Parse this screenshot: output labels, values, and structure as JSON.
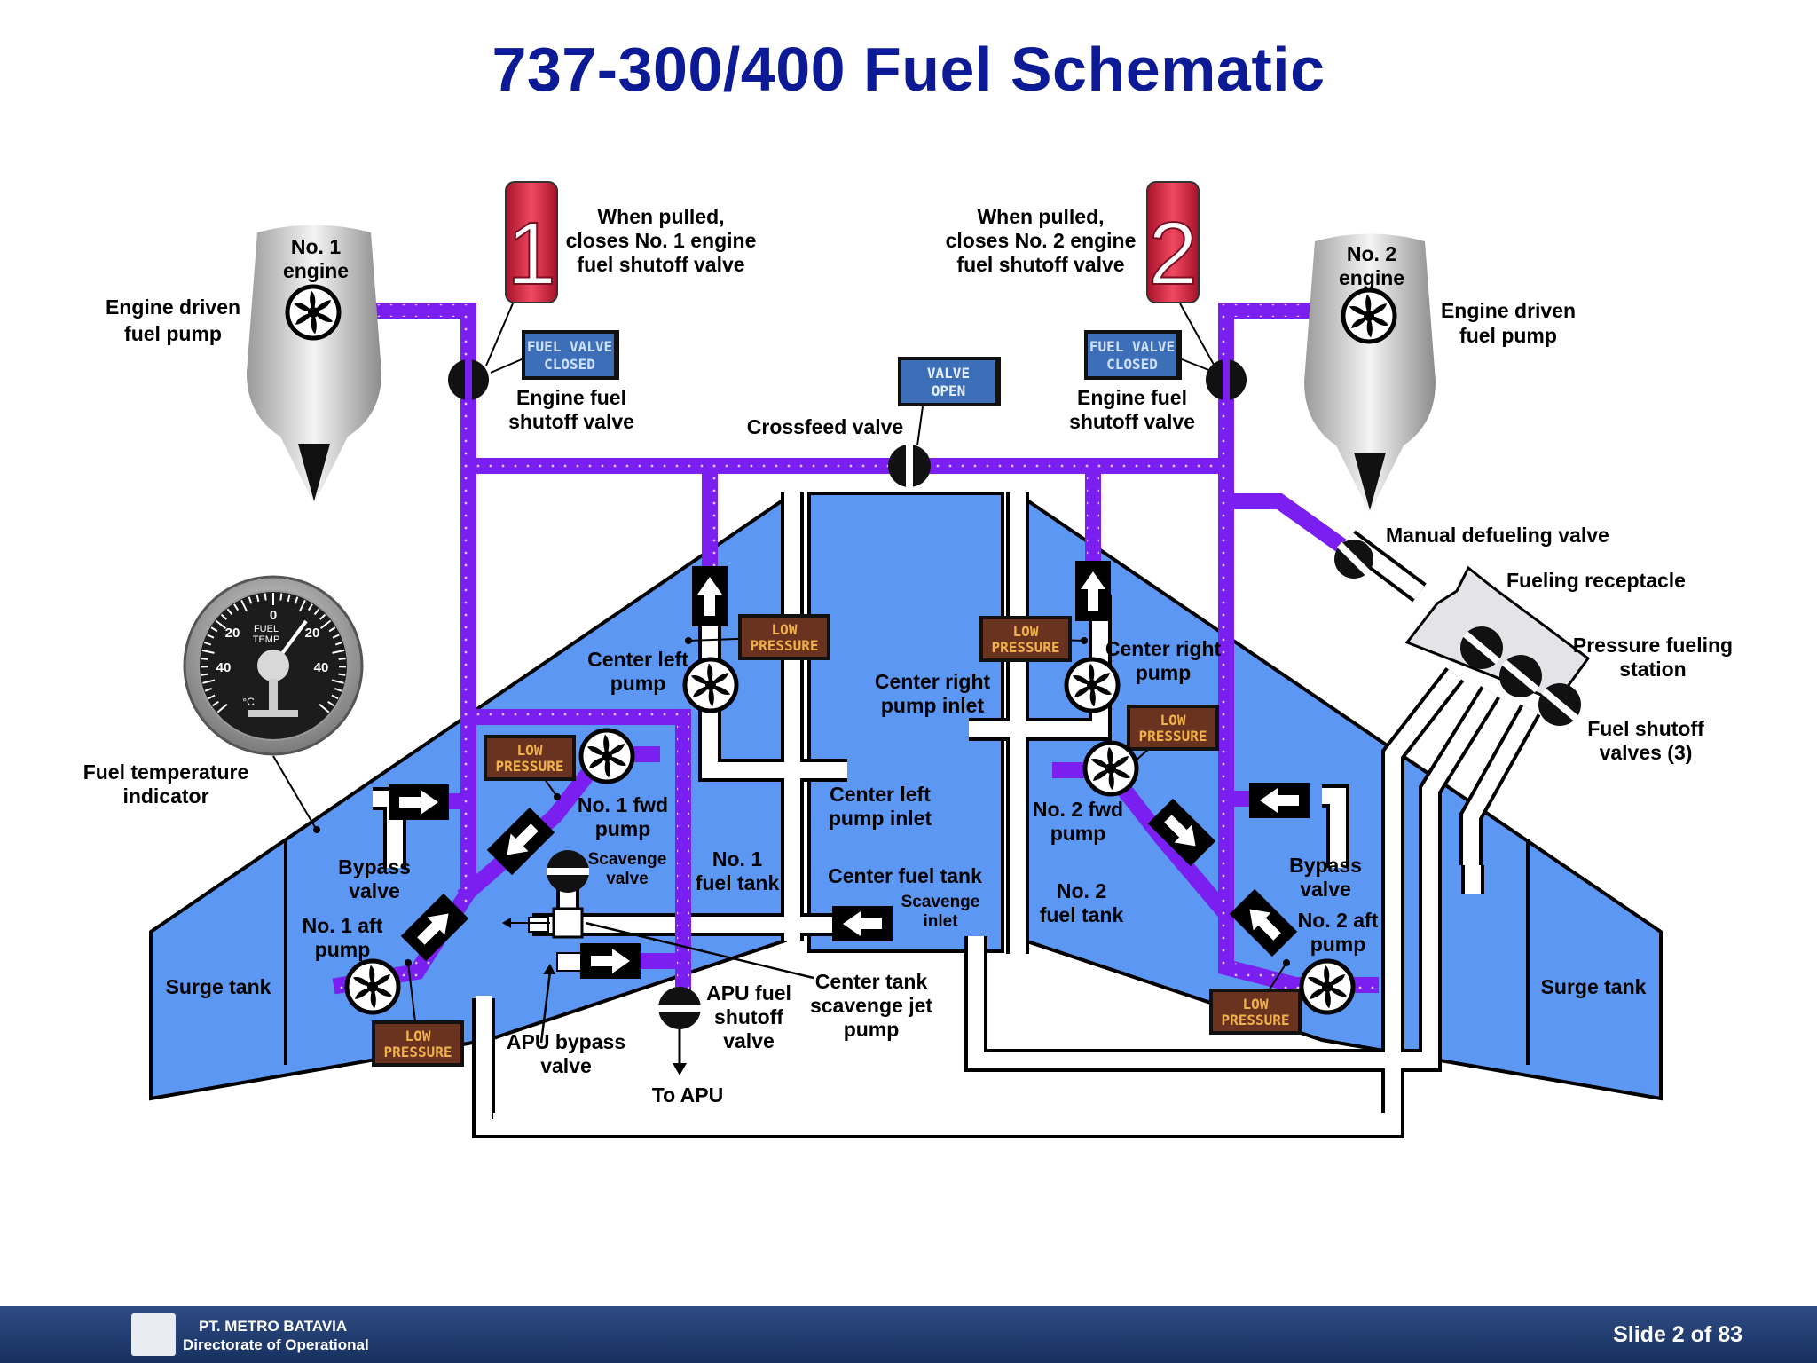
{
  "title": "737-300/400 Fuel Schematic",
  "labels": {
    "engine1": [
      "No. 1",
      "engine"
    ],
    "engine2": [
      "No. 2",
      "engine"
    ],
    "edp_left": [
      "Engine driven",
      "fuel pump"
    ],
    "edp_right": [
      "Engine driven",
      "fuel pump"
    ],
    "lever1_note": [
      "When pulled,",
      "closes No. 1 engine",
      "fuel shutoff valve"
    ],
    "lever2_note": [
      "When pulled,",
      "closes No. 2 engine",
      "fuel shutoff valve"
    ],
    "esv_left": [
      "Engine fuel",
      "shutoff valve"
    ],
    "esv_right": [
      "Engine fuel",
      "shutoff valve"
    ],
    "crossfeed": "Crossfeed valve",
    "manual_defuel": "Manual defueling valve",
    "fueling_receptacle": "Fueling receptacle",
    "pressure_fueling": [
      "Pressure fueling",
      "station"
    ],
    "fuel_shutoff_valves": [
      "Fuel shutoff",
      "valves (3)"
    ],
    "fuel_temp": [
      "Fuel temperature",
      "indicator"
    ],
    "center_left_pump": [
      "Center left",
      "pump"
    ],
    "center_right_pump": [
      "Center right",
      "pump"
    ],
    "center_right_inlet": [
      "Center right",
      "pump inlet"
    ],
    "center_left_inlet": [
      "Center left",
      "pump inlet"
    ],
    "center_fuel_tank": "Center fuel tank",
    "scavenge_inlet": [
      "Scavenge",
      "inlet"
    ],
    "no1_fwd_pump": [
      "No. 1 fwd",
      "pump"
    ],
    "no2_fwd_pump": [
      "No. 2 fwd",
      "pump"
    ],
    "scavenge_valve": [
      "Scavenge",
      "valve"
    ],
    "no1_fuel_tank": [
      "No. 1",
      "fuel tank"
    ],
    "no2_fuel_tank": [
      "No. 2",
      "fuel tank"
    ],
    "bypass_left": [
      "Bypass",
      "valve"
    ],
    "bypass_right": [
      "Bypass",
      "valve"
    ],
    "no1_aft_pump": [
      "No. 1 aft",
      "pump"
    ],
    "no2_aft_pump": [
      "No. 2 aft",
      "pump"
    ],
    "surge_left": "Surge tank",
    "surge_right": "Surge tank",
    "apu_shutoff": [
      "APU fuel",
      "shutoff",
      "valve"
    ],
    "scavenge_jet": [
      "Center tank",
      "scavenge jet",
      "pump"
    ],
    "apu_bypass": [
      "APU bypass",
      "valve"
    ],
    "to_apu": "To APU"
  },
  "annunciators": {
    "fuel_valve_closed": [
      "FUEL VALVE",
      "CLOSED"
    ],
    "valve_open": [
      "VALVE",
      "OPEN"
    ],
    "low_pressure": [
      "LOW",
      "PRESSURE"
    ]
  },
  "levers": {
    "left": "1",
    "right": "2"
  },
  "gauge": {
    "scale": [
      "0",
      "20",
      "40",
      "20",
      "40"
    ],
    "face": [
      "FUEL",
      "TEMP"
    ],
    "unit": "°C"
  },
  "footer": {
    "company": "PT. METRO BATAVIA",
    "department": "Directorate of Operational",
    "slide": "Slide  2 of 83"
  },
  "colors": {
    "fuel_line": "#7a1ff0",
    "tank": "#5b97f3",
    "title": "#0d1a96",
    "annunciator_blue": "#3d6fb8",
    "annunciator_amber": "#e8a23c",
    "lever_red": "#d6243f"
  }
}
